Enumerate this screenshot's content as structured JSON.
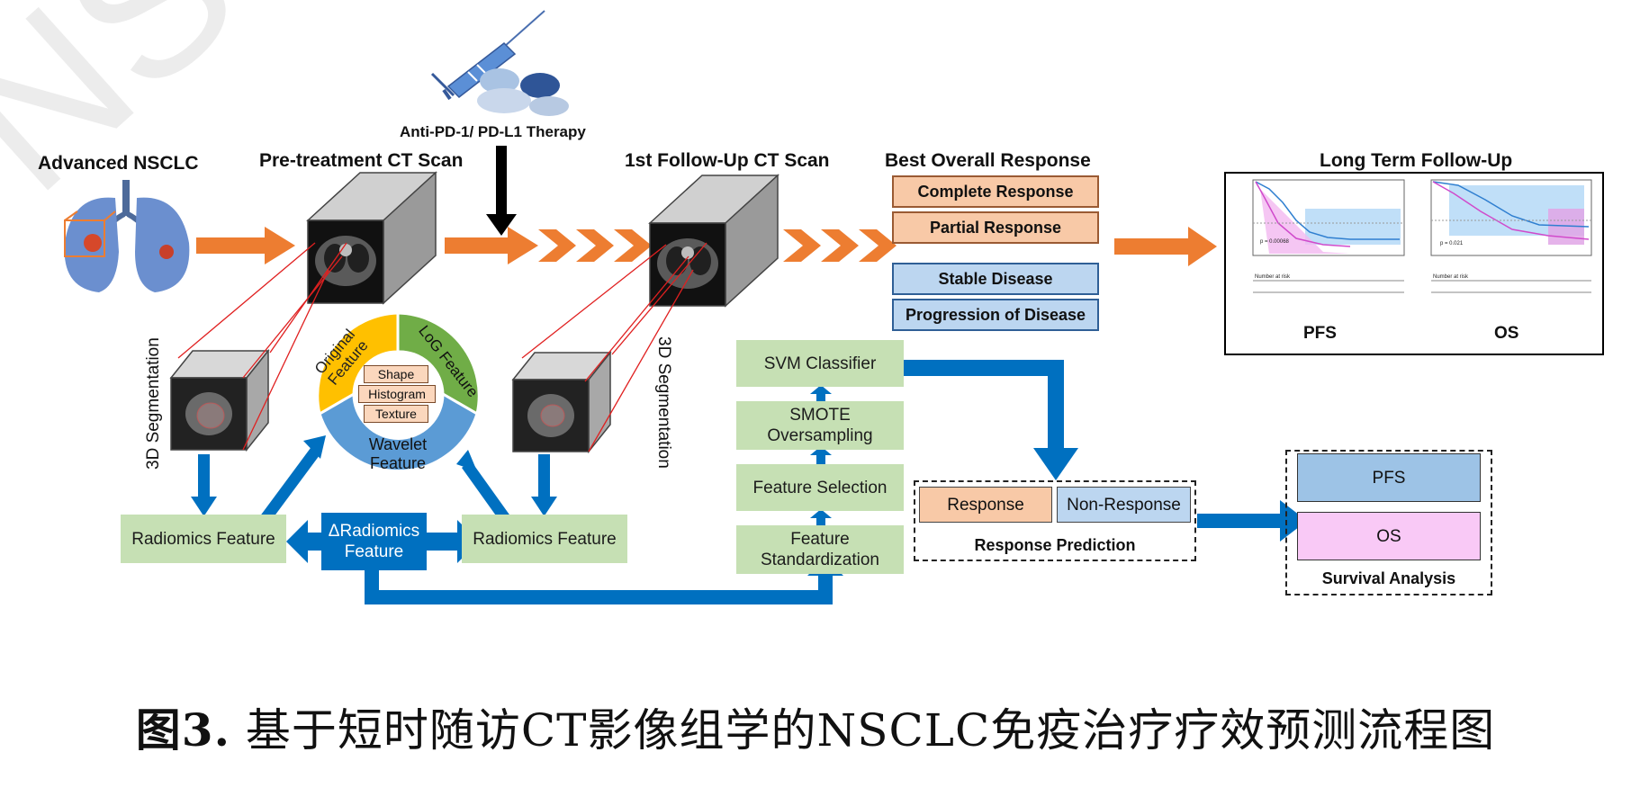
{
  "labels": {
    "advanced": "Advanced NSCLC",
    "pretreatment": "Pre-treatment CT Scan",
    "therapy": "Anti-PD-1/ PD-L1 Therapy",
    "followup": "1st Follow-Up CT Scan",
    "best_response": "Best Overall Response",
    "long_term": "Long Term Follow-Up",
    "seg_left": "3D Segmentation",
    "seg_right": "3D Segmentation"
  },
  "responses": [
    "Complete Response",
    "Partial Response"
  ],
  "diseases": [
    "Stable Disease",
    "Progression of Disease"
  ],
  "km": {
    "pfs_label": "PFS",
    "os_label": "OS",
    "pfs_p": "p = 0.00068",
    "os_p": "p = 0.021",
    "risk": "Number at risk"
  },
  "donut": {
    "original": [
      "Original",
      "Feature"
    ],
    "log": "LoG Feature",
    "wavelet": [
      "Wavelet",
      "Feature"
    ],
    "inner": [
      "Shape",
      "Histogram",
      "Texture"
    ]
  },
  "radiomics": {
    "left": "Radiomics Feature",
    "right": "Radiomics Feature",
    "delta": [
      "ΔRadiomics",
      "Feature"
    ]
  },
  "pipeline": {
    "svm": "SVM Classifier",
    "smote": [
      "SMOTE",
      "Oversampling"
    ],
    "selection": "Feature Selection",
    "standardization": [
      "Feature",
      "Standardization"
    ]
  },
  "prediction": {
    "response": "Response",
    "nonresponse": "Non-Response",
    "title": "Response Prediction"
  },
  "survival": {
    "pfs": "PFS",
    "os": "OS",
    "title": "Survival Analysis"
  },
  "caption": {
    "prefix": "图3.",
    "text": "基于短时随访CT影像组学的NSCLC免疫治疗疗效预测流程图"
  },
  "watermark": "NS",
  "colors": {
    "orange": "#ed7d31",
    "blue": "#0070c0",
    "green": "#c6e0b4",
    "yellow": "#ffc000",
    "leaf": "#70ad47",
    "sky": "#5b9bd5"
  }
}
